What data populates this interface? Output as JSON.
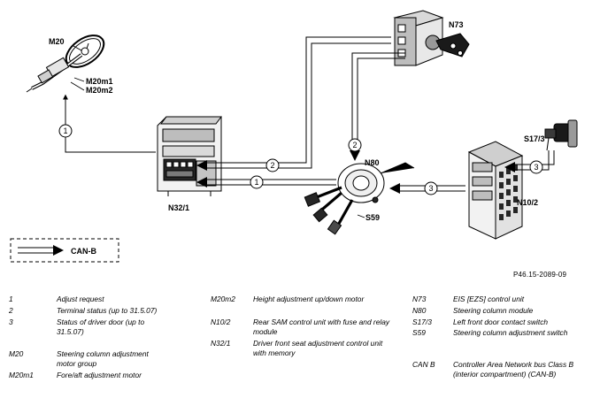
{
  "diagram": {
    "components": [
      {
        "id": "M20",
        "label": "M20"
      },
      {
        "id": "M20m1",
        "label": "M20m1"
      },
      {
        "id": "M20m2",
        "label": "M20m2"
      },
      {
        "id": "N73",
        "label": "N73"
      },
      {
        "id": "N32_1",
        "label": "N32/1"
      },
      {
        "id": "N80",
        "label": "N80"
      },
      {
        "id": "S59",
        "label": "S59"
      },
      {
        "id": "S17_3",
        "label": "S17/3"
      },
      {
        "id": "N10_2",
        "label": "N10/2"
      }
    ],
    "signals": [
      {
        "id": "s1_up",
        "number": "1"
      },
      {
        "id": "s1_mid",
        "number": "1"
      },
      {
        "id": "s2_mid",
        "number": "2"
      },
      {
        "id": "s2_down",
        "number": "2"
      },
      {
        "id": "s3_mid",
        "number": "3"
      },
      {
        "id": "s3_right",
        "number": "3"
      }
    ],
    "key_label": "CAN-B",
    "reference": "P46.15-2089-09"
  },
  "legend": [
    {
      "key": "1",
      "text": "Adjust request"
    },
    {
      "key": "2",
      "text": "Terminal status (up to 31.5.07)"
    },
    {
      "key": "3",
      "text": "Status of driver door (up to 31.5.07)"
    },
    {
      "key": "M20",
      "text": "Steering column adjustment motor group"
    },
    {
      "key": "M20m1",
      "text": "Fore/aft adjustment motor"
    },
    {
      "key": "M20m2",
      "text": "Height adjustment up/down motor"
    },
    {
      "key": "N10/2",
      "text": "Rear SAM control unit with fuse and relay module"
    },
    {
      "key": "N32/1",
      "text": "Driver front seat adjustment control unit with memory"
    },
    {
      "key": "N73",
      "text": "EIS [EZS] control unit"
    },
    {
      "key": "N80",
      "text": "Steering column module"
    },
    {
      "key": "S17/3",
      "text": "Left front door contact switch"
    },
    {
      "key": "S59",
      "text": "Steering column adjustment switch"
    },
    {
      "key": "CAN B",
      "text": "Controller Area Network bus Class B (interior compartment) (CAN-B)"
    }
  ]
}
